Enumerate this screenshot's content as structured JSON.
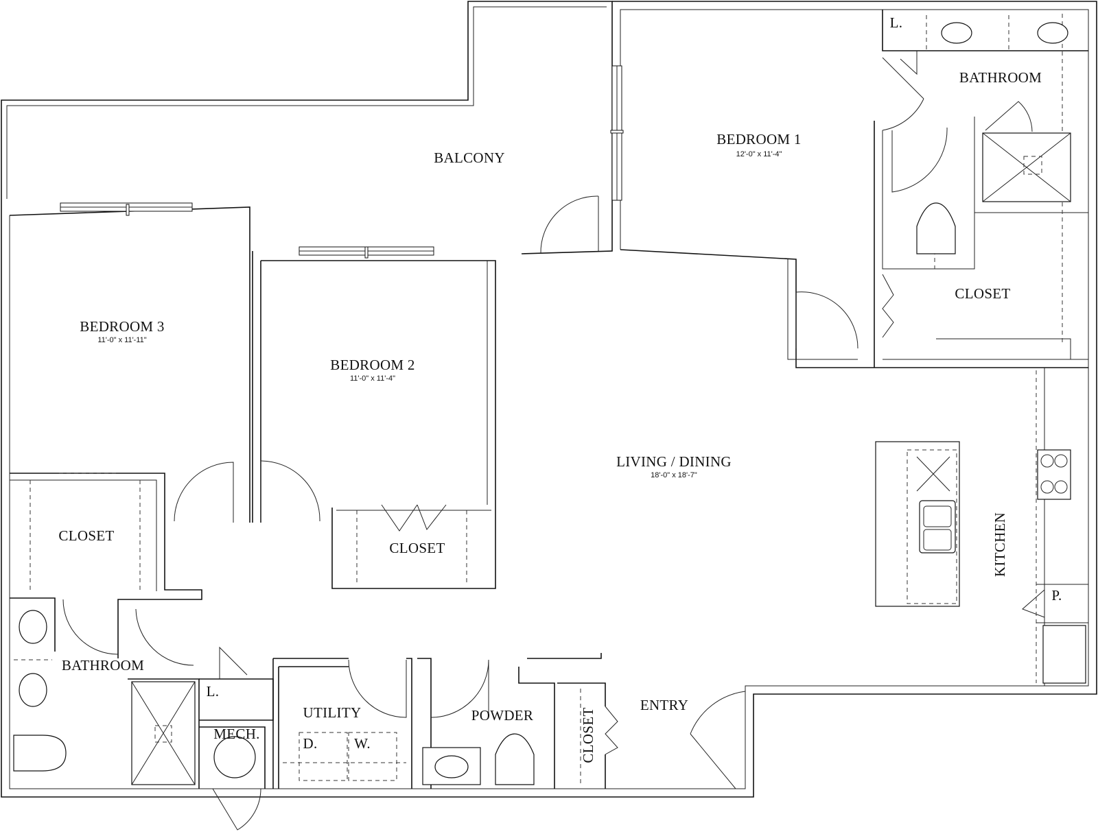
{
  "rooms": {
    "balcony": "BALCONY",
    "bedroom1": "BEDROOM 1",
    "bedroom1_dim": "12'-0\" x 11'-4\"",
    "bathroom_master": "BATHROOM",
    "master_linen": "L.",
    "master_closet": "CLOSET",
    "bedroom3": "BEDROOM 3",
    "bedroom3_dim": "11'-0\" x 11'-11\"",
    "bedroom2": "BEDROOM 2",
    "bedroom2_dim": "11'-0\" x 11'-4\"",
    "living": "LIVING / DINING",
    "living_dim": "18'-0\" x 18'-7\"",
    "kitchen": "KITCHEN",
    "pantry": "P.",
    "closet_b3": "CLOSET",
    "closet_b2": "CLOSET",
    "bathroom_hall": "BATHROOM",
    "hall_linen": "L.",
    "mech": "MECH.",
    "utility": "UTILITY",
    "dryer": "D.",
    "washer": "W.",
    "powder": "POWDER",
    "entry_closet": "CLOSET",
    "entry": "ENTRY"
  }
}
